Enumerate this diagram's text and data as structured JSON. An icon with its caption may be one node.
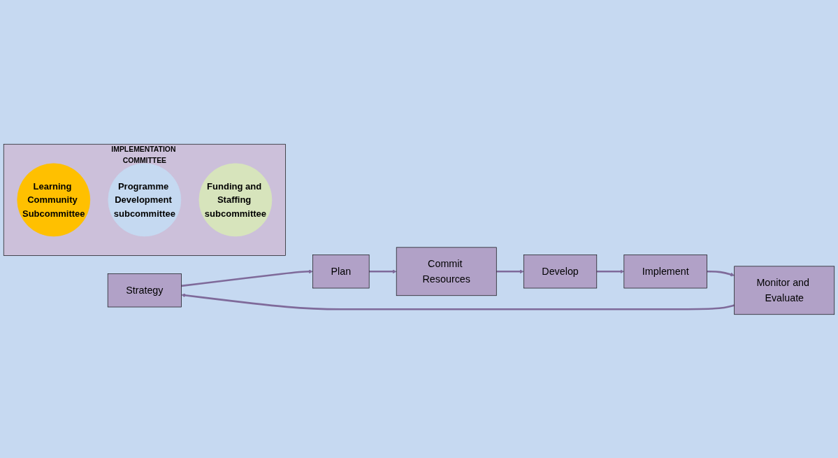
{
  "diagram": {
    "nodes": [
      {
        "text": [
          "Strategy"
        ]
      },
      {
        "text": [
          "Plan"
        ]
      },
      {
        "text": [
          "Commit Resources"
        ]
      },
      {
        "text": [
          "Develop"
        ]
      },
      {
        "text": [
          "Implement"
        ]
      },
      {
        "text": [
          "Monitor and Evaluate"
        ]
      },
      {
        "text": [
          "IMPLEMENTATION COMMITTEE"
        ]
      },
      {
        "text": [
          "Learning Community Subcommittee"
        ],
        "in": 6
      },
      {
        "text": [
          "Programme Development subcommittee"
        ],
        "in": 6
      },
      {
        "text": [
          "Funding and Staffing subcommittee"
        ],
        "in": 6
      }
    ],
    "edges": [
      {
        "from": 5,
        "to": 0,
        "arrow": "to"
      },
      {
        "from": 0,
        "to": 1,
        "arrow": "to"
      },
      {
        "from": 1,
        "to": 2,
        "arrow": "to"
      },
      {
        "from": 2,
        "to": 3,
        "arrow": "to"
      },
      {
        "from": 3,
        "to": 4,
        "arrow": "to"
      },
      {
        "from": 4,
        "to": 5,
        "arrow": "to"
      }
    ]
  }
}
